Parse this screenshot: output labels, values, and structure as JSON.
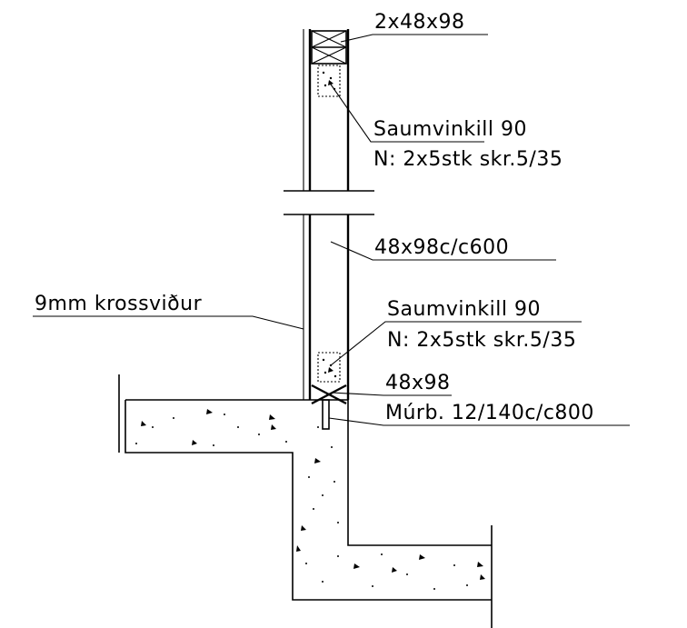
{
  "labels": {
    "top_plate": "2x48x98",
    "angle_top_name": "Saumvinkill 90",
    "angle_top_nails": "N: 2x5stk skr.5/35",
    "stud": "48x98c/c600",
    "plywood": "9mm krossviður",
    "angle_bottom_name": "Saumvinkill 90",
    "angle_bottom_nails": "N: 2x5stk skr.5/35",
    "bottom_plate": "48x98",
    "anchor_bolt": "Múrb. 12/140c/c800"
  }
}
